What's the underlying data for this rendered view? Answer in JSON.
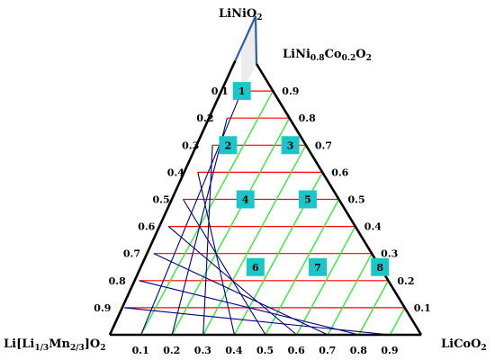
{
  "vertices": {
    "top": {
      "base": "LiNiO",
      "sub": "2"
    },
    "upper_right": {
      "parts": [
        "LiNi",
        "0.8",
        "Co",
        "0.2",
        "O",
        "2"
      ]
    },
    "left": {
      "parts": [
        "Li[Li",
        "1/3",
        "Mn",
        "2/3",
        "]O",
        "2"
      ]
    },
    "right": {
      "base": "LiCoO",
      "sub": "2"
    }
  },
  "ticks": {
    "left_edge": [
      "0.1",
      "0.2",
      "0.3",
      "0.4",
      "0.5",
      "0.6",
      "0.7",
      "0.8",
      "0.9"
    ],
    "right_edge": [
      "0.9",
      "0.8",
      "0.7",
      "0.6",
      "0.5",
      "0.4",
      "0.3",
      "0.2",
      "0.1"
    ],
    "bottom_edge": [
      "0.1",
      "0.2",
      "0.3",
      "0.4",
      "0.5",
      "0.6",
      "0.7",
      "0.8",
      "0.9"
    ]
  },
  "markers": [
    {
      "label": "1",
      "a": 0.1,
      "b": 0.9
    },
    {
      "label": "2",
      "a": 0.25,
      "b": 0.7
    },
    {
      "label": "3",
      "a": 0.05,
      "b": 0.7
    },
    {
      "label": "4",
      "a": 0.3,
      "b": 0.5
    },
    {
      "label": "5",
      "a": 0.1,
      "b": 0.5
    },
    {
      "label": "6",
      "a": 0.4,
      "b": 0.25
    },
    {
      "label": "7",
      "a": 0.2,
      "b": 0.25
    },
    {
      "label": "8",
      "a": 0.0,
      "b": 0.25
    }
  ],
  "colors": {
    "outline": "#000000",
    "top_edge": "#2f5f9f",
    "shaded_region": "#ececec",
    "horizontal_lines": "#ff0000",
    "green_lines": "#33ee33",
    "blue_lines": "#000080",
    "marker_fill": "#1cc6c6"
  }
}
